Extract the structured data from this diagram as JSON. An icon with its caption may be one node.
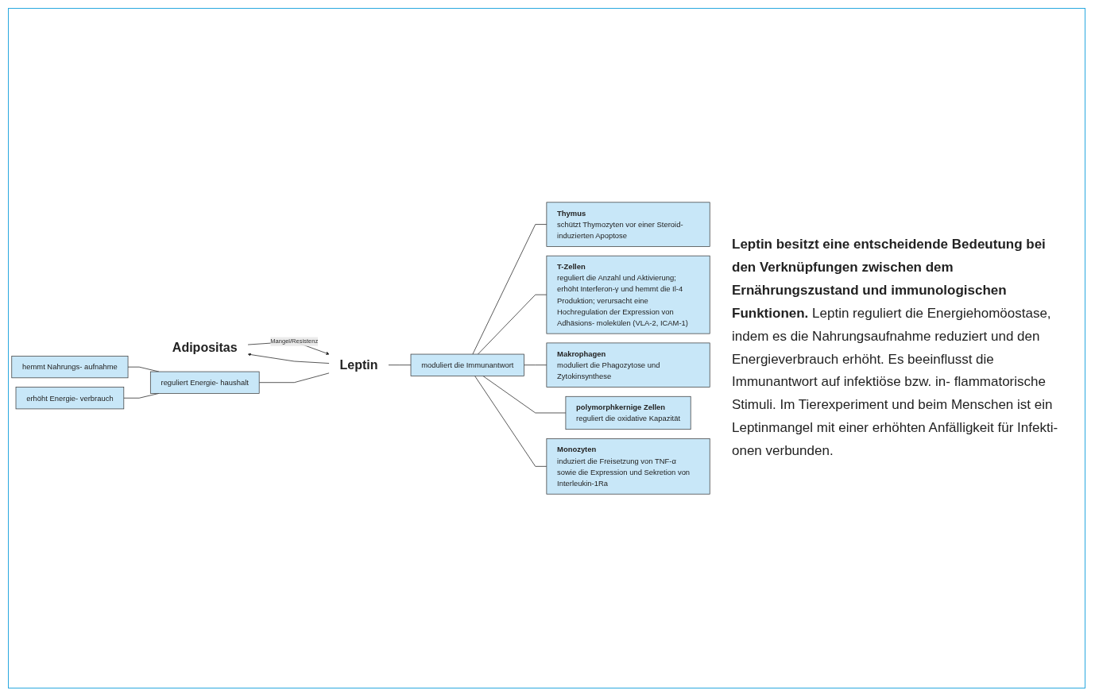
{
  "diagram": {
    "nodes": [
      {
        "text": [
          "Adipositas"
        ]
      },
      {
        "text": [
          "Leptin"
        ]
      },
      {
        "text": [
          "reguliert Energie- haushalt"
        ]
      },
      {
        "text": [
          "hemmt Nahrungs- aufnahme"
        ]
      },
      {
        "text": [
          "erhöht Energie- verbrauch"
        ]
      },
      {
        "text": [
          "moduliert die Immunantwort"
        ]
      },
      {
        "text": [
          "Thymus",
          "schützt Thymozyten vor einer Steroid-induzierten Apoptose"
        ]
      },
      {
        "text": [
          "T-Zellen",
          "reguliert die Anzahl und Aktivierung; erhöht Interferon-γ und hemmt die Il-4 Produktion; verursacht eine Hochregulation der Expression von Adhäsions- molekülen (VLA-2, ICAM-1)"
        ]
      },
      {
        "text": [
          "Makrophagen",
          "moduliert die Phagozytose und Zytokinsynthese"
        ]
      },
      {
        "text": [
          "polymorphkernige Zellen",
          "reguliert die oxidative Kapazität"
        ]
      },
      {
        "text": [
          "Monozyten",
          "induziert die Freisetzung von TNF-α sowie die Expression und Sekretion von Interleukin-1Ra"
        ]
      }
    ],
    "edges": [
      {
        "from": 0,
        "to": 1,
        "arrow": "to",
        "label": "Mangel/Resistenz"
      },
      {
        "from": 1,
        "to": 0,
        "arrow": "to"
      },
      {
        "from": 2,
        "to": 1,
        "arrow": "none"
      },
      {
        "from": 3,
        "to": 2,
        "arrow": "none"
      },
      {
        "from": 4,
        "to": 2,
        "arrow": "none"
      },
      {
        "from": 1,
        "to": 5,
        "arrow": "none"
      },
      {
        "from": 5,
        "to": 6,
        "arrow": "none"
      },
      {
        "from": 5,
        "to": 7,
        "arrow": "none"
      },
      {
        "from": 5,
        "to": 8,
        "arrow": "none"
      },
      {
        "from": 5,
        "to": 9,
        "arrow": "none"
      },
      {
        "from": 5,
        "to": 10,
        "arrow": "none"
      }
    ],
    "labels": [
      "**Leptin besitzt eine entscheidende Bedeutung bei den Verknüpfungen zwischen dem Ernährungszustand und immunologischen Funktionen.** Leptin reguliert die Energiehomöostase, indem es die Nahrungsaufnahme reduziert und den Energieverbrauch erhöht. Es beeinflusst die Immunantwort auf infektiöse bzw. in- flammatorische Stimuli. Im Tierexperiment und beim Menschen ist ein Leptinmangel mit einer erhöhten Anfälligkeit für Infekti- onen verbunden."
    ]
  }
}
